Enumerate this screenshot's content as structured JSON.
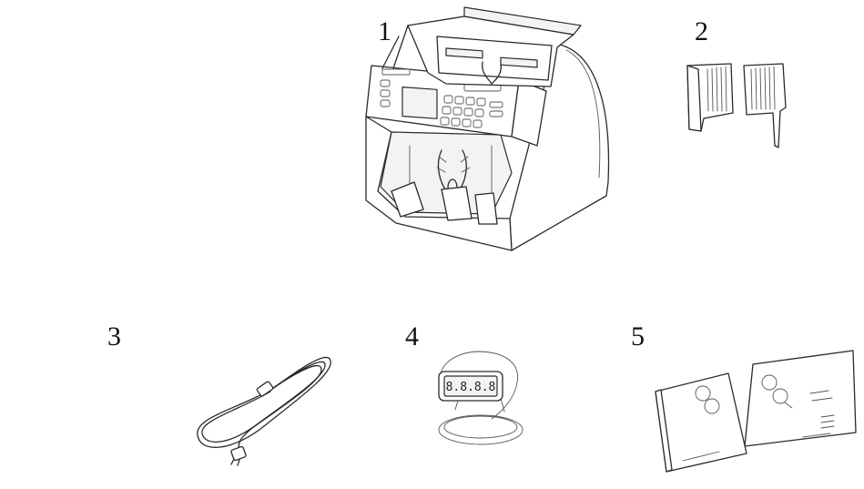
{
  "items": [
    {
      "number": "1"
    },
    {
      "number": "2"
    },
    {
      "number": "3"
    },
    {
      "number": "4",
      "display_text": "8.8.8.8"
    },
    {
      "number": "5"
    }
  ]
}
